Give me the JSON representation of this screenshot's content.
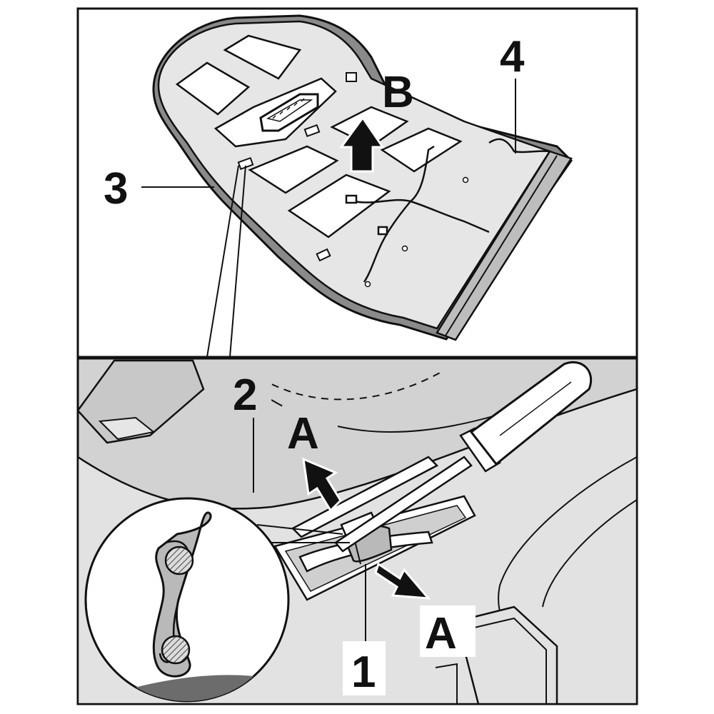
{
  "labels": {
    "top_b": "B",
    "top_3": "3",
    "top_4": "4",
    "bottom_2": "2",
    "bottom_a_upper": "A",
    "bottom_a_lower": "A",
    "bottom_1": "1"
  },
  "colors": {
    "ink": "#111111",
    "panel_top": "#ffffff",
    "panel_bottom": "#d2d2d2",
    "shell_light": "#e6e6e6",
    "shell_mid": "#cfcfcf",
    "shell_dark": "#6c6c6c",
    "clip_fill": "#b9b9b9",
    "hatch": "#444444"
  },
  "icons": [
    "up-arrow-icon",
    "pull-arrow-icon",
    "screwdriver-icon",
    "wire-clip-icon",
    "magnifier-callout-icon"
  ]
}
